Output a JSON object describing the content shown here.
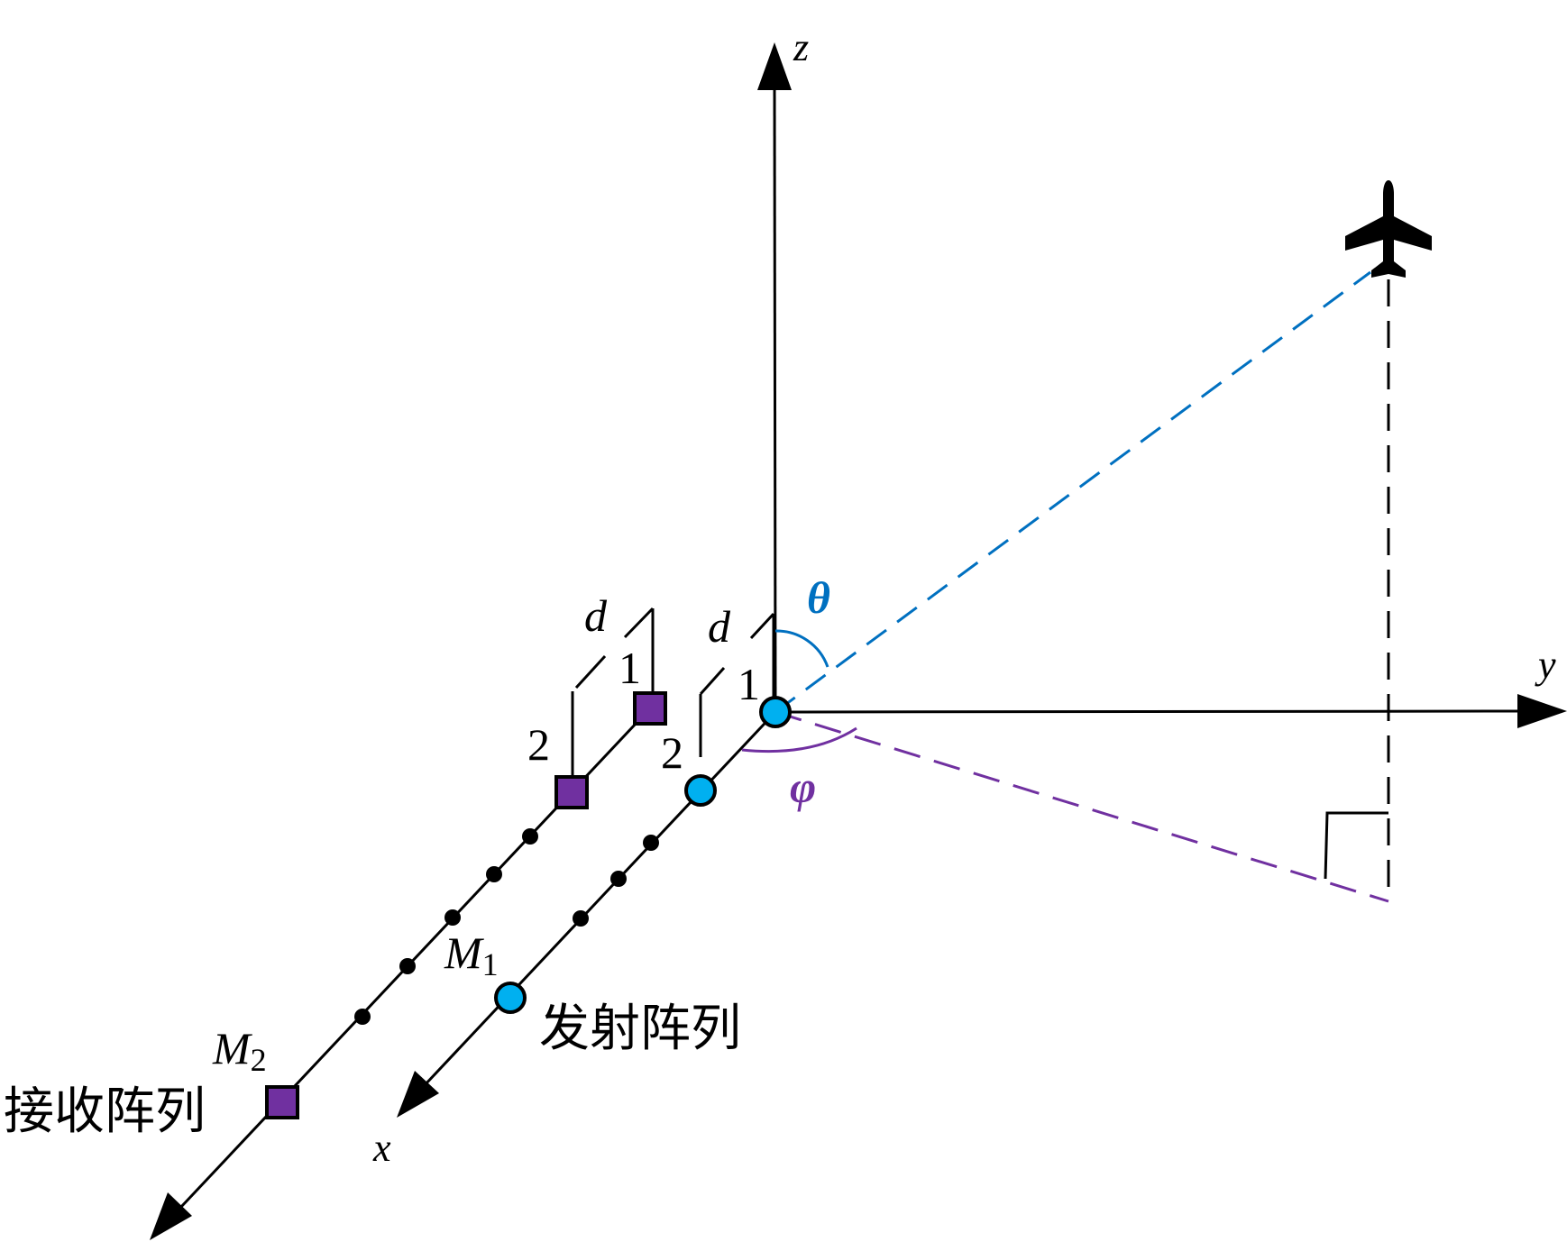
{
  "axes": {
    "x": "x",
    "y": "y",
    "z": "z"
  },
  "angles": {
    "theta": "θ",
    "phi": "φ"
  },
  "spacing_label": "d",
  "transmit_array": {
    "label": "发射阵列",
    "first_index": "1",
    "second_index": "2",
    "last_index_letter": "M",
    "last_index_sub": "1"
  },
  "receive_array": {
    "label": "接收阵列",
    "first_index": "1",
    "second_index": "2",
    "last_index_letter": "M",
    "last_index_sub": "2"
  },
  "target": {
    "icon": "airplane-icon"
  },
  "colors": {
    "line": "#000000",
    "transmit": "#00b0f0",
    "receive": "#7030a0",
    "theta": "#0070c0",
    "phi": "#7030a0"
  }
}
